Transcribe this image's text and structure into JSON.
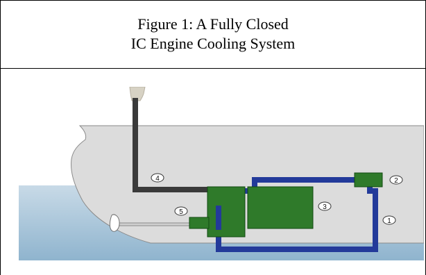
{
  "caption": {
    "line1": "Figure 1: A Fully Closed",
    "line2": "IC Engine Cooling System"
  },
  "diagram": {
    "callouts": [
      "1",
      "2",
      "3",
      "4",
      "5"
    ],
    "colors": {
      "sky": "#ffffff",
      "water_top": "#c3d6e4",
      "water_bottom": "#8fb4ce",
      "hull": "#dcdcdc",
      "hull_outline": "#8a8a8a",
      "engine": "#2f7a2a",
      "engine_outline": "#124a12",
      "coolant_pipe": "#233a9a",
      "exhaust_pipe": "#3a3a3a",
      "smoke": "#d7d2c4",
      "shaft": "#cfcfcf"
    }
  }
}
